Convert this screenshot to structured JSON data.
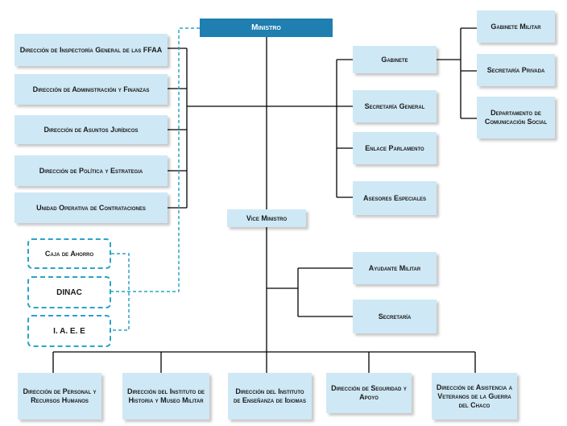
{
  "ministro": "Ministro",
  "vice_ministro": "Vice Ministro",
  "left_units": [
    "Dirección de Inspectoría General de las FFAA",
    "Dirección de Administración y Finanzas",
    "Dirección de Asuntos Jurídicos",
    "Dirección de Política y Estrategia",
    "Unidad Operativa de Contrataciones"
  ],
  "right_units": {
    "gabinete": "Gabinete",
    "secretaria_general": "Secretaría General",
    "enlace_parlamento": "Enlace Parlamento",
    "asesores_especiales": "Asesores Especiales"
  },
  "gabinete_units": [
    "Gabinete Militar",
    "Secretaría Privada",
    "Departamento de Comunicación Social"
  ],
  "dashed_units": [
    "Caja de Ahorro",
    "DINAC",
    "I. A. E. E"
  ],
  "vice_units": {
    "ayudante_militar": "Ayudante Militar",
    "secretaria": "Secretaría"
  },
  "bottom_units": [
    "Dirección de Personal y Recursos Humanos",
    "Dirección del Instituto de Historia y Museo Militar",
    "Dirección del Instituto de Enseñanza de Idiomas",
    "Dirección de Seguridad y Apoyo",
    "Dirección de Asistencia a Veteranos de la Guerra del Chaco"
  ],
  "colors": {
    "box_fill": "#cfe8f5",
    "header_fill": "#1e7fb0",
    "dashed_border": "#2aa3c9",
    "line": "#000000"
  }
}
